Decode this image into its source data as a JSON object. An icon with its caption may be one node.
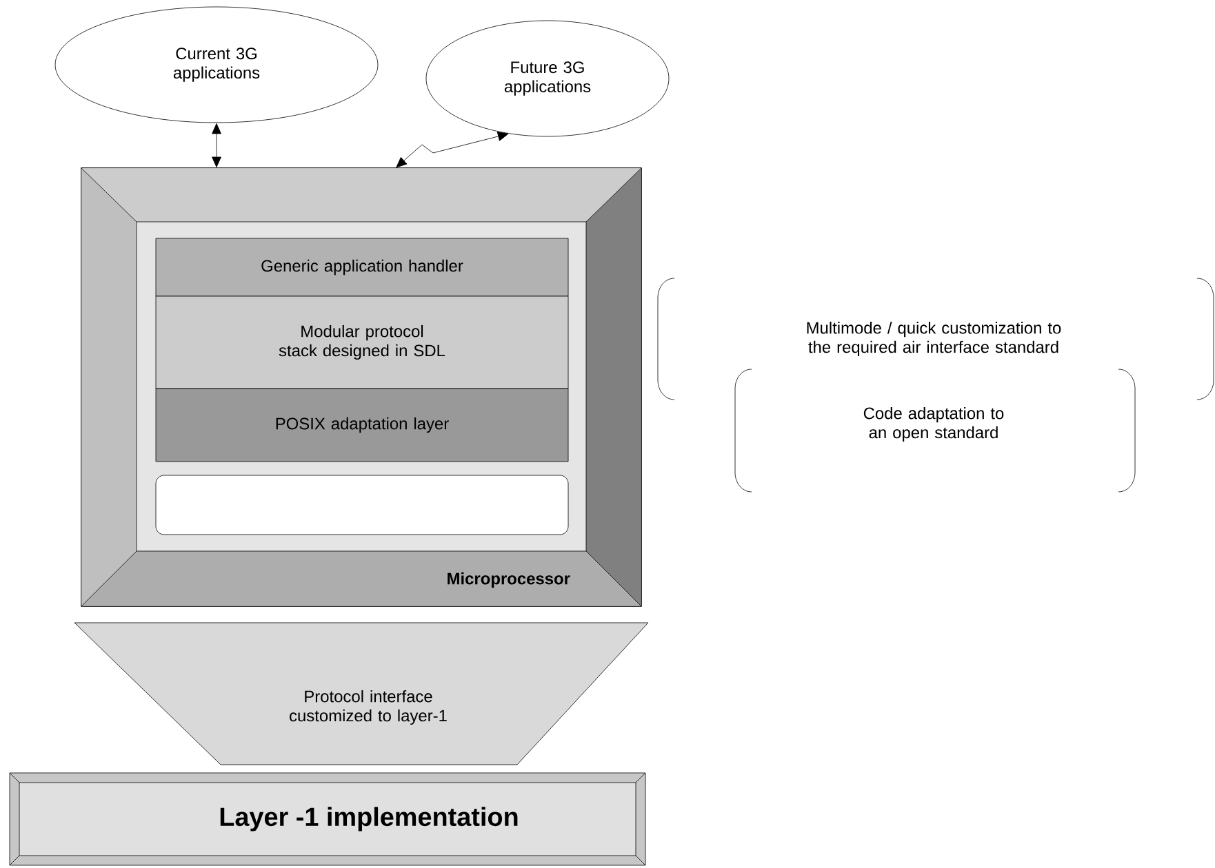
{
  "diagram": {
    "nodes": [
      {
        "text": [
          "Current 3G applications"
        ]
      },
      {
        "text": [
          "Future 3G applications"
        ]
      },
      {
        "text": [
          "Microprocessor"
        ]
      },
      {
        "text": [
          "Generic application handler"
        ],
        "in": 2
      },
      {
        "text": [
          "Modular protocol stack designed in SDL"
        ],
        "in": 2
      },
      {
        "text": [
          "POSIX adaptation layer"
        ],
        "in": 2
      },
      {
        "text": [],
        "shape": "box",
        "in": 2
      },
      {
        "text": [
          "Protocol interface customized to layer-1"
        ]
      },
      {
        "text": [
          "Layer -1 implementation"
        ]
      }
    ],
    "edges": [
      {
        "from": 0,
        "to": 2,
        "arrow": "both"
      },
      {
        "from": 1,
        "to": 2,
        "arrow": "both"
      }
    ],
    "labels": [
      "Multimode / quick customization to the required air interface standard",
      "Code adaptation to an open standard"
    ]
  }
}
